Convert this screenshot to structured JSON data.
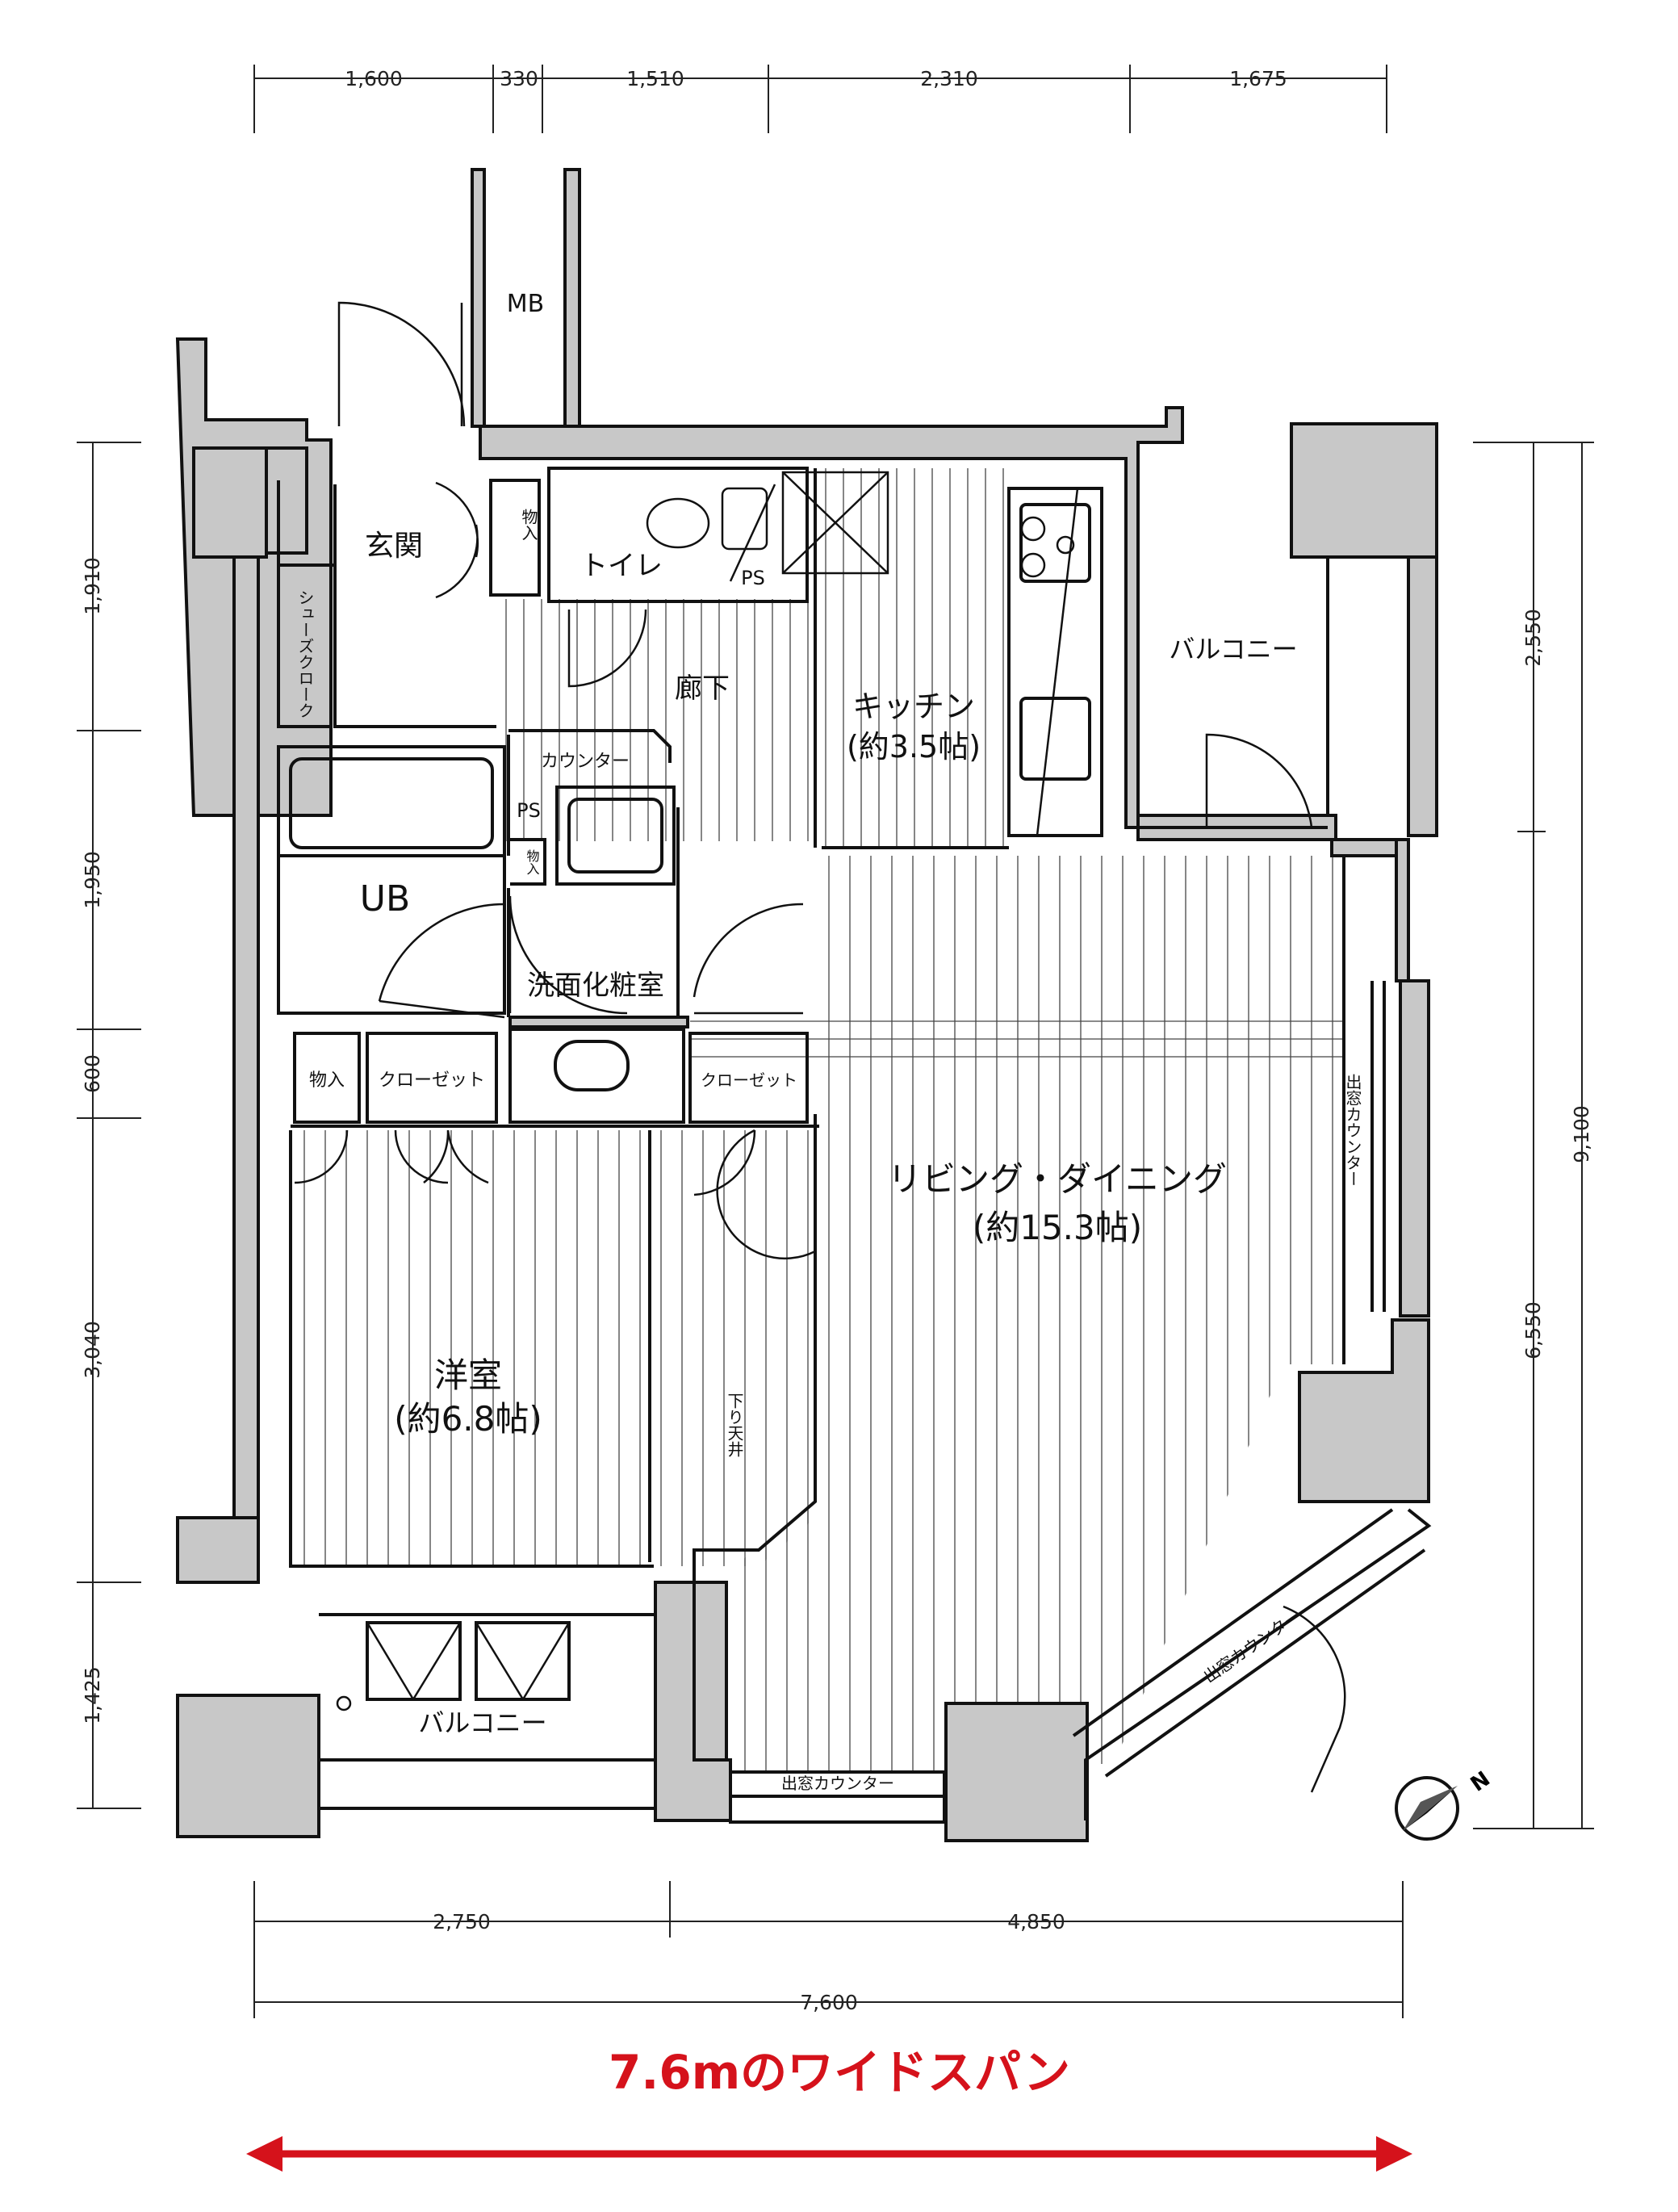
{
  "dimensions": {
    "top": [
      "1,600",
      "330",
      "1,510",
      "2,310",
      "1,675"
    ],
    "left": [
      "1,910",
      "1,950",
      "600",
      "3,040",
      "1,425"
    ],
    "right": [
      "2,550",
      "6,550",
      "9,100"
    ],
    "bottom": [
      "2,750",
      "4,850",
      "7,600"
    ]
  },
  "rooms": {
    "mb": "MB",
    "genkan": "玄関",
    "monoire_1": "物入",
    "toilet": "トイレ",
    "ps_1": "PS",
    "shoes_closet": "シューズクローク",
    "rouka": "廊下",
    "kitchen": "キッチン",
    "kitchen_size": "(約3.5帖)",
    "balcony_1": "バルコニー",
    "counter": "カウンター",
    "ps_2": "PS",
    "monoire_2": "物入",
    "ub": "UB",
    "senmen": "洗面化粧室",
    "monoire_3": "物入",
    "closet_1": "クローゼット",
    "closet_2": "クローゼット",
    "living": "リビング・ダイニング",
    "living_size": "(約15.3帖)",
    "demado_counter_right": "出窓カウンター",
    "youshitsu": "洋室",
    "youshitsu_size": "(約6.8帖)",
    "sagari_tenjo": "下り天井",
    "balcony_2": "バルコニー",
    "demado_counter_bottom": "出窓カウンター",
    "demado_counter_diag": "出窓カウンター"
  },
  "compass": {
    "label": "N"
  },
  "tagline": "7.6mのワイドスパン",
  "colors": {
    "wall_fill": "#c8c8c8",
    "wall_stroke": "#111111",
    "accent": "#d5121b"
  }
}
